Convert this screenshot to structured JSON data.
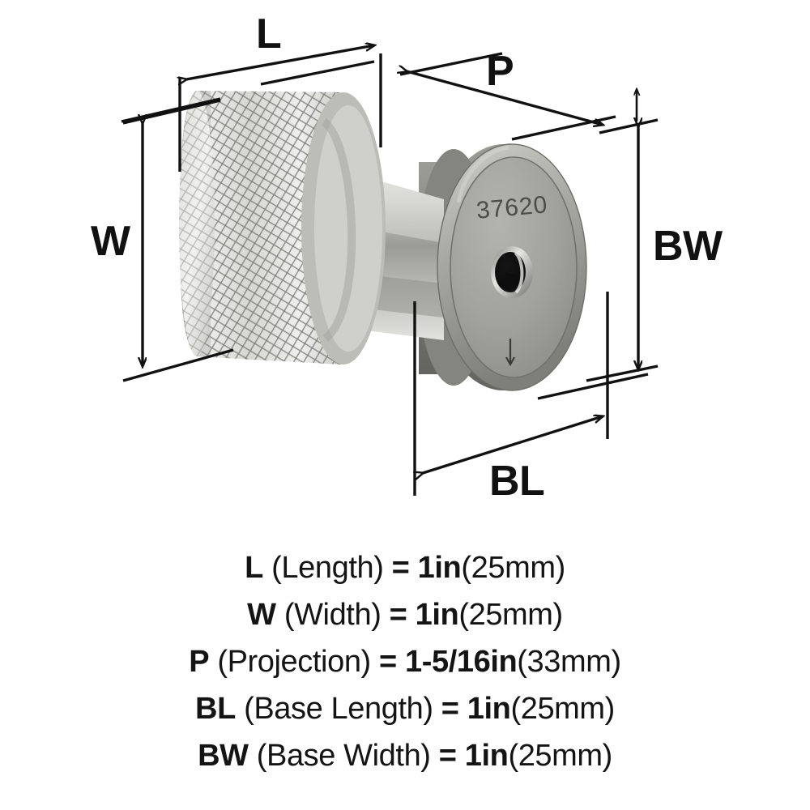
{
  "product": {
    "engraved_number": "37620",
    "colors": {
      "metal_light": "#e9e9e7",
      "metal_mid": "#b8b8b4",
      "metal_dark": "#8f8f8b",
      "base_gray": "#9a9a95",
      "line": "#111111",
      "background": "#ffffff",
      "text": "#141414"
    }
  },
  "diagram": {
    "labels": [
      {
        "key": "L",
        "text": "L",
        "name": "dimension-label-l"
      },
      {
        "key": "P",
        "text": "P",
        "name": "dimension-label-p"
      },
      {
        "key": "W",
        "text": "W",
        "name": "dimension-label-w"
      },
      {
        "key": "BW",
        "text": "BW",
        "name": "dimension-label-bw"
      },
      {
        "key": "BL",
        "text": "BL",
        "name": "dimension-label-bl"
      }
    ]
  },
  "specs": [
    {
      "abbr": "L",
      "name": "(Length)",
      "eq": "=",
      "value": "1in",
      "metric": "(25mm)"
    },
    {
      "abbr": "W",
      "name": "(Width)",
      "eq": "=",
      "value": "1in",
      "metric": "(25mm)"
    },
    {
      "abbr": "P",
      "name": "(Projection)",
      "eq": "=",
      "value": "1-5/16in",
      "metric": "(33mm)"
    },
    {
      "abbr": "BL",
      "name": "(Base Length)",
      "eq": "=",
      "value": "1in",
      "metric": "(25mm)"
    },
    {
      "abbr": "BW",
      "name": "(Base Width)",
      "eq": "=",
      "value": "1in",
      "metric": "(25mm)"
    }
  ],
  "spec_text": {
    "line_l": "L (Length) = 1in(25mm)",
    "line_w": "W (Width) = 1in(25mm)",
    "line_p": "P (Projection) = 1-5/16in(33mm)",
    "line_bl": "BL (Base Length) = 1in(25mm)",
    "line_bw": "BW (Base Width) = 1in(25mm)"
  }
}
